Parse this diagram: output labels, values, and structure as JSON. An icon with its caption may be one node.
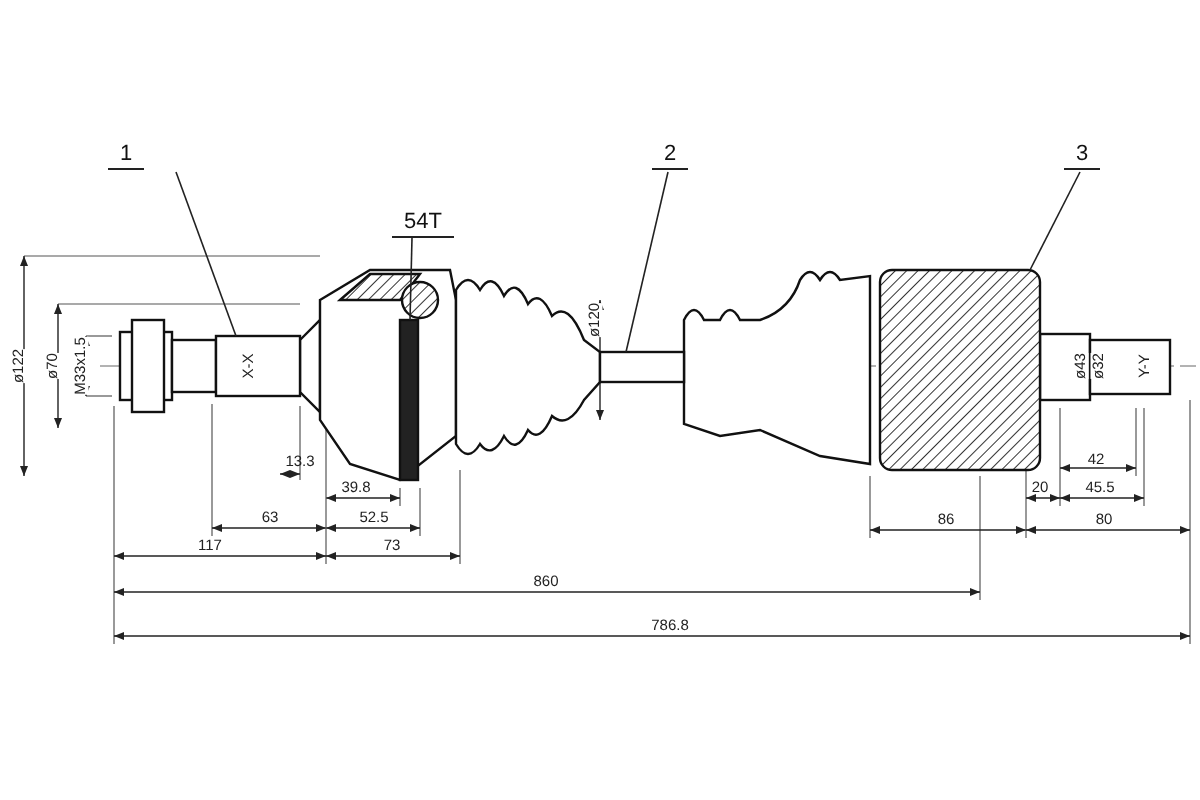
{
  "diagram": {
    "nodes": [
      {
        "text": [
          "1"
        ]
      },
      {
        "text": [
          "2"
        ]
      },
      {
        "text": [
          "3"
        ]
      },
      {
        "text": [
          "54T"
        ]
      },
      {
        "text": [],
        "shape": "bar"
      },
      {
        "text": [],
        "shape": "bar"
      },
      {
        "text": [],
        "shape": "box"
      },
      {
        "text": [],
        "shape": "bar"
      }
    ],
    "edges": [
      {
        "from": 0,
        "to": 4,
        "arrow": "none"
      },
      {
        "from": 1,
        "to": 5,
        "arrow": "none"
      },
      {
        "from": 2,
        "to": 6,
        "arrow": "none"
      },
      {
        "from": 3,
        "to": 7,
        "arrow": "none"
      }
    ],
    "labels": [
      "ø122",
      "ø70",
      "M33x1.5",
      "X-X",
      "ø120",
      "ø43",
      "ø32",
      "Y-Y",
      "13.3",
      "42",
      "39.8",
      "20",
      "45.5",
      "63",
      "52.5",
      "86",
      "80",
      "117",
      "73",
      "860",
      "786.8"
    ]
  }
}
